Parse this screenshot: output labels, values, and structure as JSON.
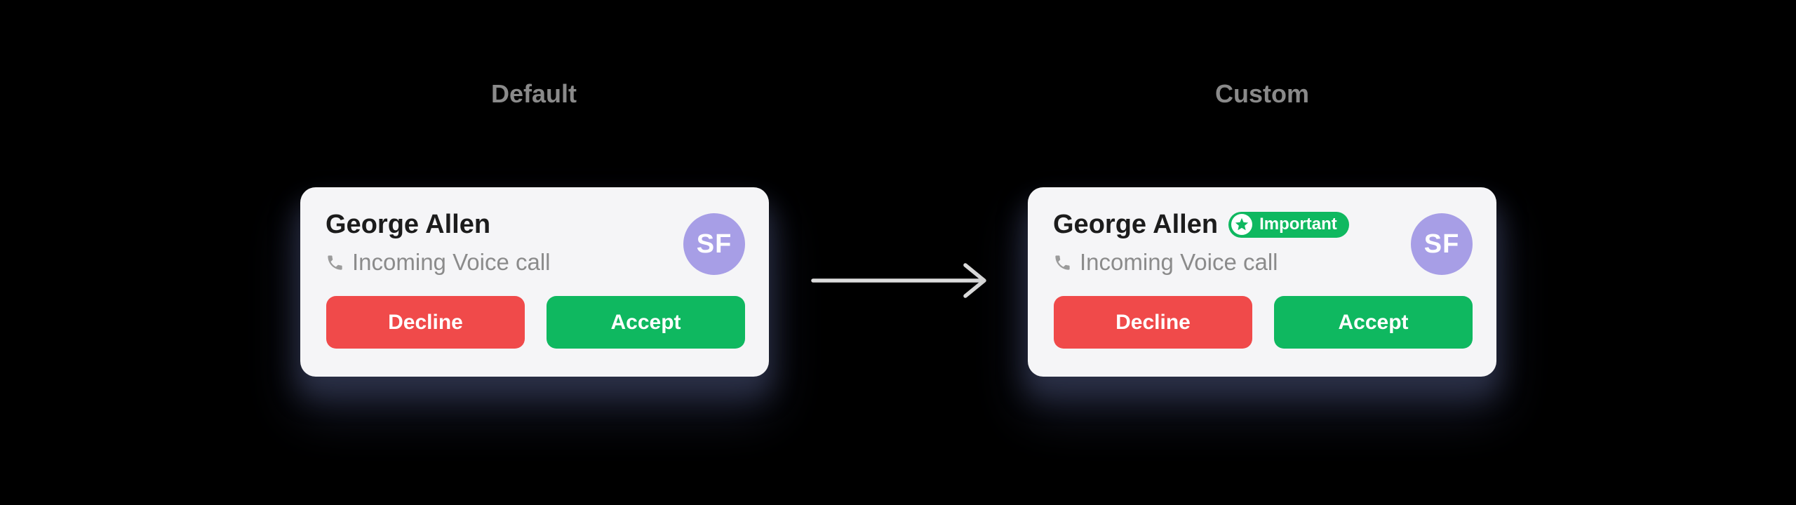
{
  "titles": {
    "default": "Default",
    "custom": "Custom"
  },
  "cards": {
    "default": {
      "name": "George Allen",
      "call_type": "Incoming Voice call",
      "avatar_initials": "SF",
      "decline_label": "Decline",
      "accept_label": "Accept"
    },
    "custom": {
      "name": "George Allen",
      "badge_label": "Important",
      "call_type": "Incoming Voice call",
      "avatar_initials": "SF",
      "decline_label": "Decline",
      "accept_label": "Accept"
    }
  },
  "icons": {
    "phone": "phone-receiver-icon",
    "star": "star-icon",
    "arrow": "right-arrow-icon"
  },
  "colors": {
    "background": "#000000",
    "card_background": "#f5f5f7",
    "section_title_text": "#8a8a8a",
    "name_text": "#1c1c1c",
    "subtitle_text": "#8b8b8b",
    "phone_icon": "#9b9b9b",
    "decline_red": "#f04a4a",
    "accept_green": "#0fb860",
    "badge_green": "#0fb860",
    "avatar_purple": "#a79ee6",
    "avatar_text": "#ffffff",
    "arrow_gray": "#dcdcdc"
  }
}
